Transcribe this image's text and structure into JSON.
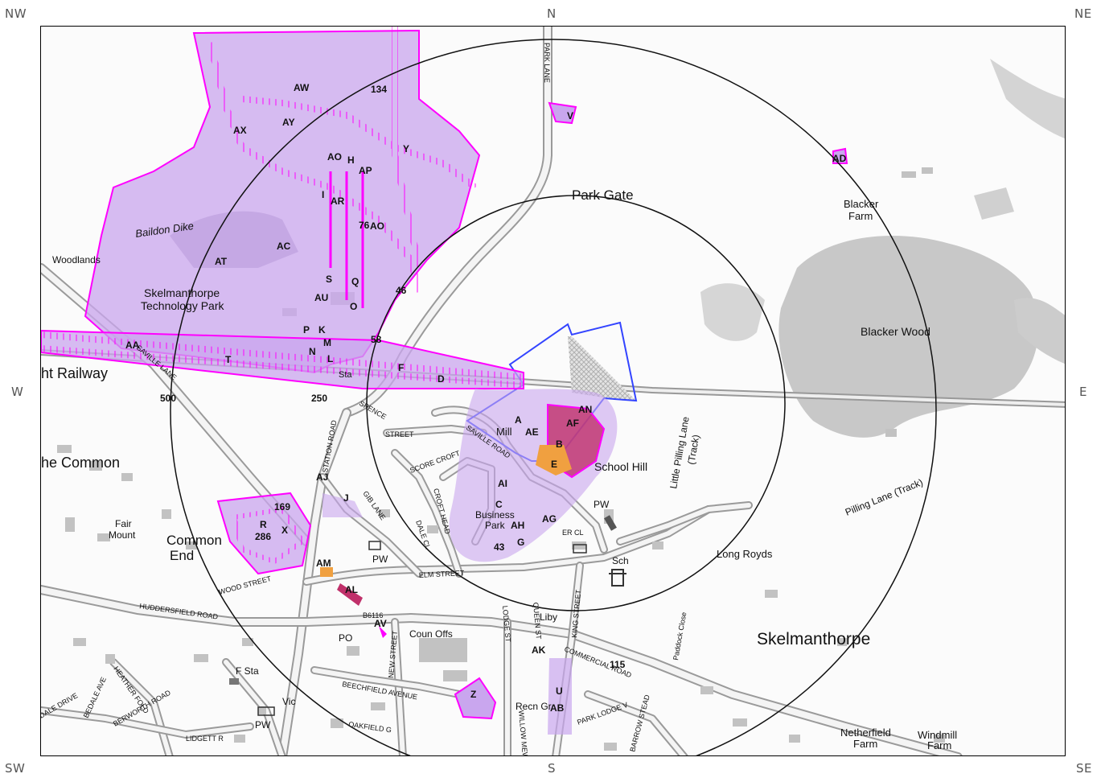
{
  "compass": {
    "nw": "NW",
    "n": "N",
    "ne": "NE",
    "w": "W",
    "e": "E",
    "sw": "SW",
    "s": "S",
    "se": "SE"
  },
  "colors": {
    "site_fill": "#c9a6ee",
    "site_stroke": "#ff00ff",
    "boundary": "#3344ff",
    "woodland": "#c8c8c8",
    "road_casing": "#9a9a9a",
    "building": "#c2c2c2",
    "highlight_orange": "#f0a040",
    "highlight_crimson": "#c0306a"
  },
  "radius_labels": {
    "r250": "250",
    "r500": "500"
  },
  "places": {
    "park_gate": "Park Gate",
    "blacker_farm_1": "Blacker",
    "blacker_farm_2": "Farm",
    "blacker_wood": "Blacker Wood",
    "woodlands": "Woodlands",
    "baildon_dike": "Baildon Dike",
    "tech_park_1": "Skelmanthorpe",
    "tech_park_2": "Technology Park",
    "railway": "ht  Railway",
    "common": "he Common",
    "fair_mount_1": "Fair",
    "fair_mount_2": "Mount",
    "common_end_1": "Common",
    "common_end_2": "End",
    "mill": "Mill",
    "school_hill": "School Hill",
    "little_pilling": "Little Pilling Lane",
    "track": "(Track)",
    "pilling_lane": "Pilling Lane (Track)",
    "long_royds": "Long Royds",
    "skelmanthorpe": "Skelmanthorpe",
    "business_park_1": "Business",
    "business_park_2": "Park",
    "pw_1": "PW",
    "pw_2": "PW",
    "pw_3": "PW",
    "sch": "Sch",
    "po": "PO",
    "coun_offs": "Coun Offs",
    "liby": "Liby",
    "f_sta": "F Sta",
    "vic": "Vic",
    "recn_gr": "Recn Gr",
    "netherfield_1": "Netherfield",
    "netherfield_2": "Farm",
    "windmill_1": "Windmill",
    "windmill_2": "Farm",
    "sta": "Sta",
    "paddock_close": "Paddock Close"
  },
  "streets": {
    "park_lane": "PARK LANE",
    "station_road": "STATION ROAD",
    "spencer": "SPENCE",
    "street": "STREET",
    "score_croft": "SCORE CROFT",
    "saville_road": "SAVILLE ROAD",
    "gib_lane": "GIB LANE",
    "dale_cl": "DALE CL",
    "croft_head": "CROFT HEAD",
    "elm_street": "ELM STREET",
    "wood_street": "WOOD STREET",
    "huddersfield_road": "HUDDERSFIELD ROAD",
    "b6116": "B6116",
    "new_street": "NEW STREET",
    "queen_st": "QUEEN ST",
    "lodge_st": "LODGE ST",
    "king_street": "KING STREET",
    "commercial_road": "COMMERCIAL ROAD",
    "beechfield_avenue": "BEECHFIELD AVENUE",
    "oakfield": "OAKFIELD G",
    "heather_fold": "HEATHER FOLD",
    "bedale_drive": "DALE DRIVE",
    "bedale_ave": "BEDALE AVE",
    "berworth_road": "BERWORTH ROAD",
    "lidgett": "LIDGETT R",
    "park_lodge": "PARK LODGE V",
    "barrow": "BARROW STEAD",
    "willow_mews": "WILLOW MEWS",
    "saville_lane": "SAVILLE LANE",
    "sr_cl": "ER CL"
  },
  "distances": {
    "d134": "134",
    "d76": "76",
    "d46": "46",
    "d58": "58",
    "d169": "169",
    "d286": "286",
    "d43": "43",
    "d115": "115"
  },
  "sites": {
    "AW": "AW",
    "AY": "AY",
    "AX": "AX",
    "AO1": "AO",
    "H": "H",
    "Y": "Y",
    "AP": "AP",
    "I": "I",
    "AR": "AR",
    "AO2": "AO",
    "AC": "AC",
    "AT": "AT",
    "S": "S",
    "Q": "Q",
    "AU": "AU",
    "O": "O",
    "P": "P",
    "K": "K",
    "M": "M",
    "N": "N",
    "L": "L",
    "AA": "AA",
    "T": "T",
    "F": "F",
    "D": "D",
    "V": "V",
    "AD": "AD",
    "A": "A",
    "AE": "AE",
    "AF": "AF",
    "AN": "AN",
    "B": "B",
    "E": "E",
    "AI": "AI",
    "C": "C",
    "AH": "AH",
    "AG": "AG",
    "G": "G",
    "AJ": "AJ",
    "J": "J",
    "R": "R",
    "X": "X",
    "AM": "AM",
    "AL": "AL",
    "AV": "AV",
    "AK": "AK",
    "U": "U",
    "Z": "Z",
    "AB": "AB"
  }
}
